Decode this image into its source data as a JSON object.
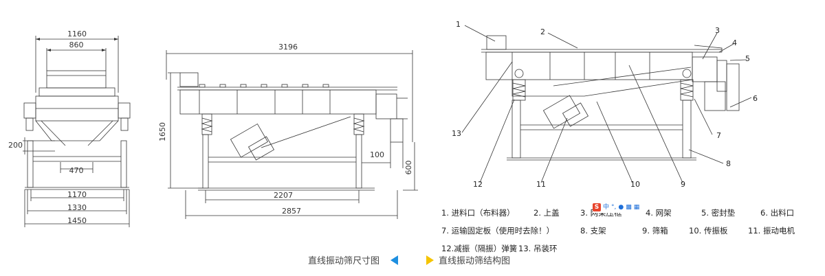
{
  "drawing_left": {
    "dims": {
      "top1": "1160",
      "top2": "860",
      "left_h": "200",
      "mid": "470",
      "b1": "1170",
      "b2": "1330",
      "b3": "1450"
    }
  },
  "drawing_mid": {
    "dims": {
      "length": "3196",
      "height": "1650",
      "d100": "100",
      "d600": "600",
      "d2207": "2207",
      "d2857": "2857"
    }
  },
  "drawing_right": {
    "callouts": [
      "1",
      "2",
      "3",
      "4",
      "5",
      "6",
      "7",
      "8",
      "9",
      "10",
      "11",
      "12",
      "13"
    ]
  },
  "legend": {
    "items": [
      "1. 进料口（布料器）",
      "2. 上盖",
      "3. 网架压框",
      "4. 网架",
      "5. 密封垫",
      "6. 出料口",
      "7. 运输固定板（使用时去除！）",
      "8. 支架",
      "9. 筛箱",
      "10. 传振板",
      "11. 振动电机",
      "12.减振（隔振）弹簧",
      "13. 吊装环"
    ]
  },
  "captions": {
    "left": "直线振动筛尺寸图",
    "right": "直线振动筛结构图"
  },
  "colors": {
    "accent_blue": "#1e8fe0",
    "accent_yellow": "#f5c400",
    "line": "#333333"
  },
  "ime_toolbar": {
    "logo": "S",
    "zh": "中"
  }
}
